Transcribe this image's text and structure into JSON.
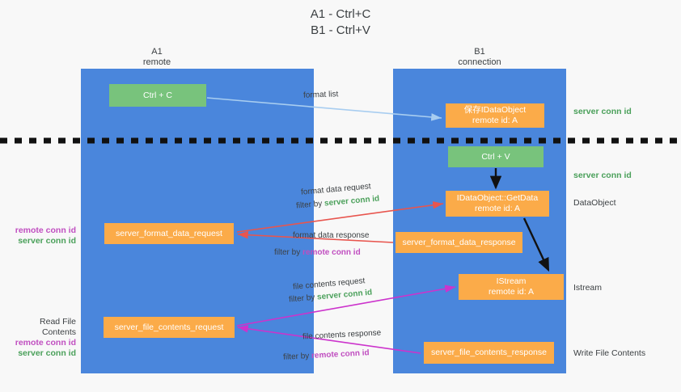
{
  "title": {
    "line1": "A1 - Ctrl+C",
    "line2": "B1 - Ctrl+V"
  },
  "columns": {
    "a1": {
      "name": "A1",
      "role": "remote"
    },
    "b1": {
      "name": "B1",
      "role": "connection"
    }
  },
  "boxes": {
    "ctrl_c": {
      "text": "Ctrl + C",
      "color": "#78c37c"
    },
    "save_idataobject": {
      "line1": "保存IDataObject",
      "line2": "remote id: A",
      "color": "#fbab49"
    },
    "ctrl_v": {
      "text": "Ctrl + V",
      "color": "#78c37c"
    },
    "getdata": {
      "line1": "IDataObject::GetData",
      "line2": "remote id: A",
      "color": "#fbab49"
    },
    "server_format_data_request": {
      "text": "server_format_data_request",
      "color": "#fbab49"
    },
    "server_format_data_response": {
      "text": "server_format_data_response",
      "color": "#fbab49"
    },
    "istream": {
      "line1": "IStream",
      "line2": "remote id: A",
      "color": "#fbab49"
    },
    "server_file_contents_request": {
      "text": "server_file_contents_request",
      "color": "#fbab49"
    },
    "server_file_contents_response": {
      "text": "server_file_contents_response",
      "color": "#fbab49"
    }
  },
  "right_labels": {
    "server_conn_id_1": "server conn id",
    "server_conn_id_2": "server conn id",
    "dataobject": "DataObject",
    "istream": "Istream",
    "write_file_contents": "Write File Contents"
  },
  "left_labels": {
    "group1": {
      "remote": "remote conn id",
      "server": "server conn id"
    },
    "group2": {
      "heading": "Read File Contents",
      "remote": "remote conn id",
      "server": "server conn id"
    }
  },
  "arrow_labels": {
    "format_list": "format list",
    "format_data_request": {
      "main": "format data request",
      "filter_prefix": "filter by ",
      "filter_key": "server conn id"
    },
    "format_data_response": {
      "main": "format data response",
      "filter_prefix": "filter by ",
      "filter_key": "remote conn id"
    },
    "file_contents_request": {
      "main": "file contents request",
      "filter_prefix": "filter by ",
      "filter_key": "server conn id"
    },
    "file_contents_response": {
      "main": "file contents response",
      "filter_prefix": "filter by ",
      "filter_key": "remote conn id"
    }
  },
  "colors": {
    "panel_blue": "#4a86dc",
    "green_box": "#78c37c",
    "orange_box": "#fbab49",
    "server_conn_id": "#4aa05a",
    "remote_conn_id": "#c04ec0",
    "red_arrow": "#e8554e",
    "magenta_arrow": "#cc33cc",
    "blue_arrow": "#a8cdf0",
    "black_arrow": "#000000",
    "background": "#f8f8f8"
  }
}
